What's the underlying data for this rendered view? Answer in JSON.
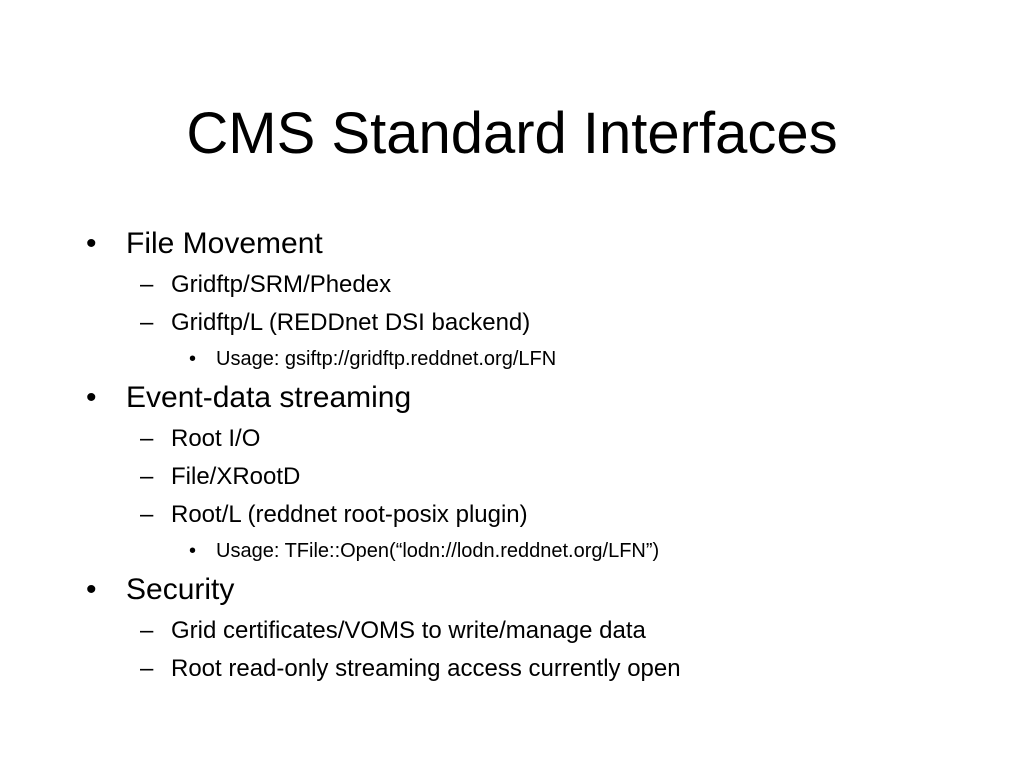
{
  "slide": {
    "title": "CMS Standard Interfaces",
    "level1_marker": "•",
    "level2_marker": "–",
    "level3_marker": "•",
    "sections": [
      {
        "heading": "File Movement",
        "items": [
          {
            "text": "Gridftp/SRM/Phedex"
          },
          {
            "text": "Gridftp/L (REDDnet DSI backend)",
            "sub": "Usage: gsiftp://gridftp.reddnet.org/LFN"
          }
        ]
      },
      {
        "heading": "Event-data streaming",
        "items": [
          {
            "text": "Root I/O"
          },
          {
            "text": "File/XRootD"
          },
          {
            "text": "Root/L (reddnet root-posix plugin)",
            "sub": "Usage: TFile::Open(“lodn://lodn.reddnet.org/LFN”)"
          }
        ]
      },
      {
        "heading": "Security",
        "items": [
          {
            "text": "Grid certificates/VOMS to write/manage data"
          },
          {
            "text": "Root read-only streaming access currently open"
          }
        ]
      }
    ]
  }
}
